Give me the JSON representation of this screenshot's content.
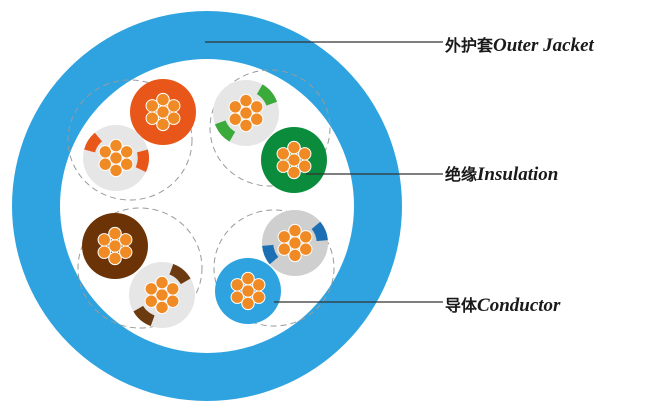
{
  "labels": {
    "jacket_cn": "外护套",
    "jacket_en": "Outer Jacket",
    "insulation_cn": "绝缘",
    "insulation_en": "Insulation",
    "conductor_cn": "导体",
    "conductor_en": "Conductor"
  },
  "colors": {
    "jacket": "#2ea3e0",
    "core_fill": "#ffffff",
    "conductor": "#f08a24",
    "conductor_outline": "#ffffff",
    "leader": "#333333",
    "pair_outline": "#9a9a9a",
    "orange": "#e8561a",
    "white_stripe_base": "#e6e6e6",
    "green": "#0a8c3c",
    "green_stripe": "#3aaa3a",
    "brown": "#6b3306",
    "brown_stripe": "#6b3a10",
    "blue": "#2ea3e0",
    "blue_stripe": "#1c6fb3",
    "gray_base": "#cfcfcf"
  },
  "pairs": [
    {
      "name": "orange-pair",
      "wires": [
        {
          "name": "orange-wire",
          "type": "solid",
          "color": "orange"
        },
        {
          "name": "white-orange-wire",
          "type": "striped",
          "base": "white_stripe_base",
          "stripe": "orange"
        }
      ]
    },
    {
      "name": "green-pair",
      "wires": [
        {
          "name": "white-green-wire",
          "type": "striped",
          "base": "white_stripe_base",
          "stripe": "green_stripe"
        },
        {
          "name": "green-wire",
          "type": "solid",
          "color": "green"
        }
      ]
    },
    {
      "name": "brown-pair",
      "wires": [
        {
          "name": "brown-wire",
          "type": "solid",
          "color": "brown"
        },
        {
          "name": "white-brown-wire",
          "type": "striped",
          "base": "white_stripe_base",
          "stripe": "brown_stripe"
        }
      ]
    },
    {
      "name": "blue-pair",
      "wires": [
        {
          "name": "white-blue-wire",
          "type": "striped",
          "base": "gray_base",
          "stripe": "blue_stripe"
        },
        {
          "name": "blue-wire",
          "type": "solid",
          "color": "blue"
        }
      ]
    }
  ]
}
